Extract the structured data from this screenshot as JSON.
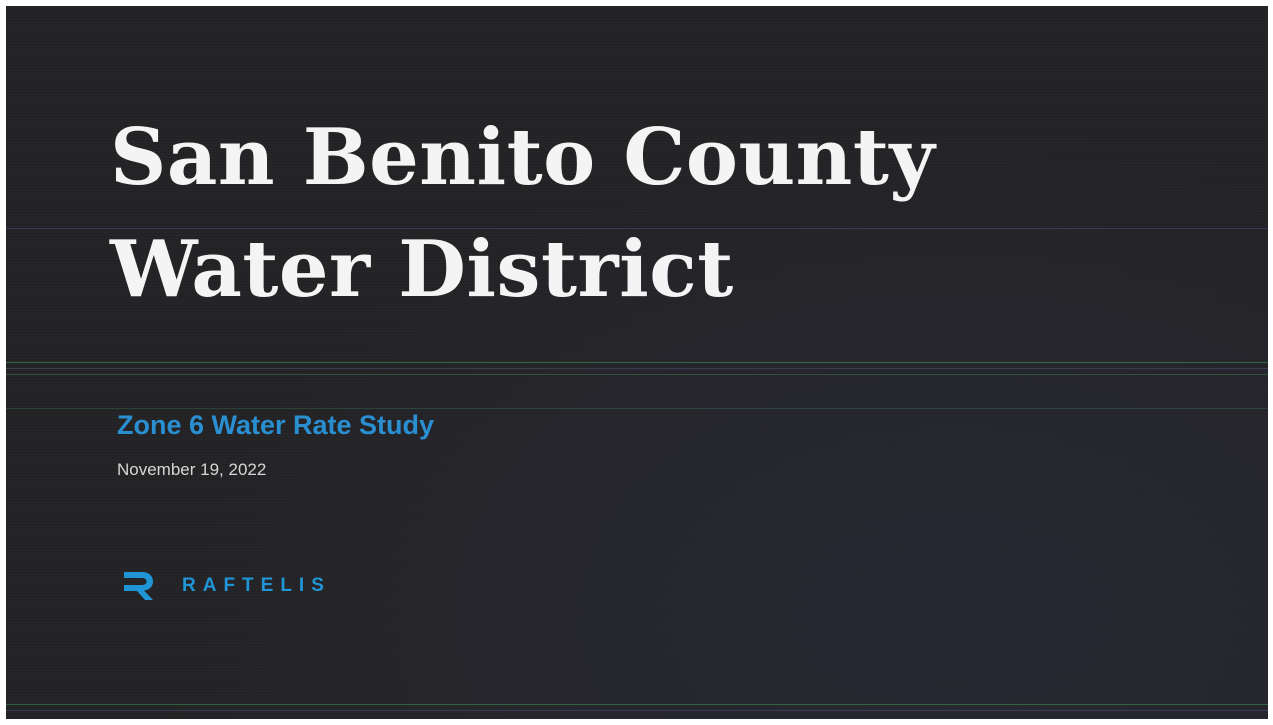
{
  "slide": {
    "title_line1": "San Benito County",
    "title_line2": "Water District",
    "subtitle": "Zone 6 Water Rate Study",
    "date": "November 19, 2022"
  },
  "logo": {
    "icon": "raftelis-r-logo-icon",
    "wordmark": "RAFTELIS"
  },
  "colors": {
    "background": "#232325",
    "title": "#f4f4f4",
    "accent": "#2a8fd0",
    "date": "#d6d6d6"
  }
}
